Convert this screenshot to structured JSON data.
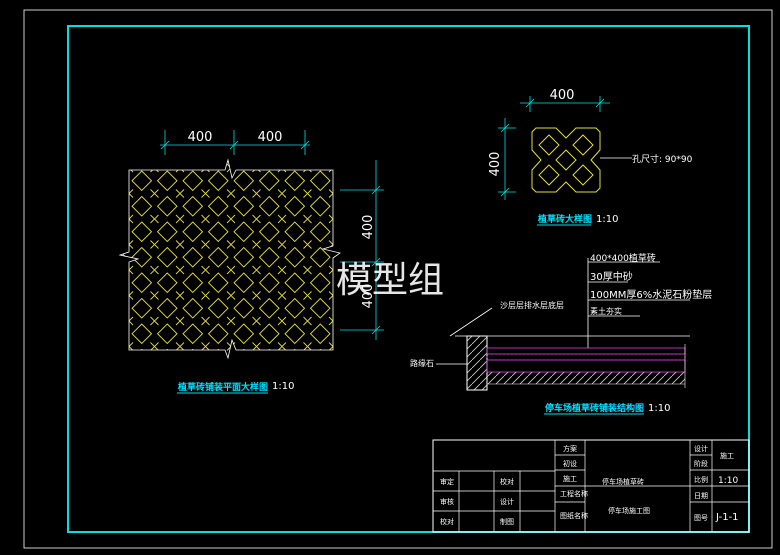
{
  "plan": {
    "dims_top": [
      "400",
      "400"
    ],
    "dims_right": [
      "400",
      "400"
    ],
    "title": "植草砖铺装平面大样图",
    "scale": "1:10"
  },
  "brick": {
    "dim_top": "400",
    "dim_left": "400",
    "hole_note": "孔尺寸: 90*90",
    "title": "植草砖大样图",
    "scale": "1:10"
  },
  "section": {
    "layers": [
      "400*400植草砖",
      "30厚中砂",
      "100MM厚6%水泥石粉垫层",
      "素土夯实"
    ],
    "left_note": "沙层层排水层底层",
    "curb_label": "路缘石",
    "title": "停车场植草砖铺装结构图",
    "scale": "1:10"
  },
  "watermark": "模型组",
  "title_block": {
    "left_labels": [
      "审定",
      "审核",
      "校对"
    ],
    "left_labels2": [
      "校对",
      "设计",
      "制图"
    ],
    "mid_labels": [
      "工程名称",
      "图纸名称"
    ],
    "mid_top": [
      "方案",
      "初设",
      "施工"
    ],
    "project_name": "停车场植草砖",
    "drawing_name": "停车场施工图",
    "right_labels": [
      "设计",
      "阶段",
      "比例",
      "日期",
      "图号"
    ],
    "stage": "施工",
    "scale": "1:10",
    "drawing_no": "J-1-1"
  },
  "colors": {
    "frame": "#00e0e0",
    "dimension": "#00e0e0",
    "pattern": "#e6dc3c",
    "text": "#ffffff",
    "title_text": "#00e0ff",
    "hatch": "#e040e0"
  }
}
